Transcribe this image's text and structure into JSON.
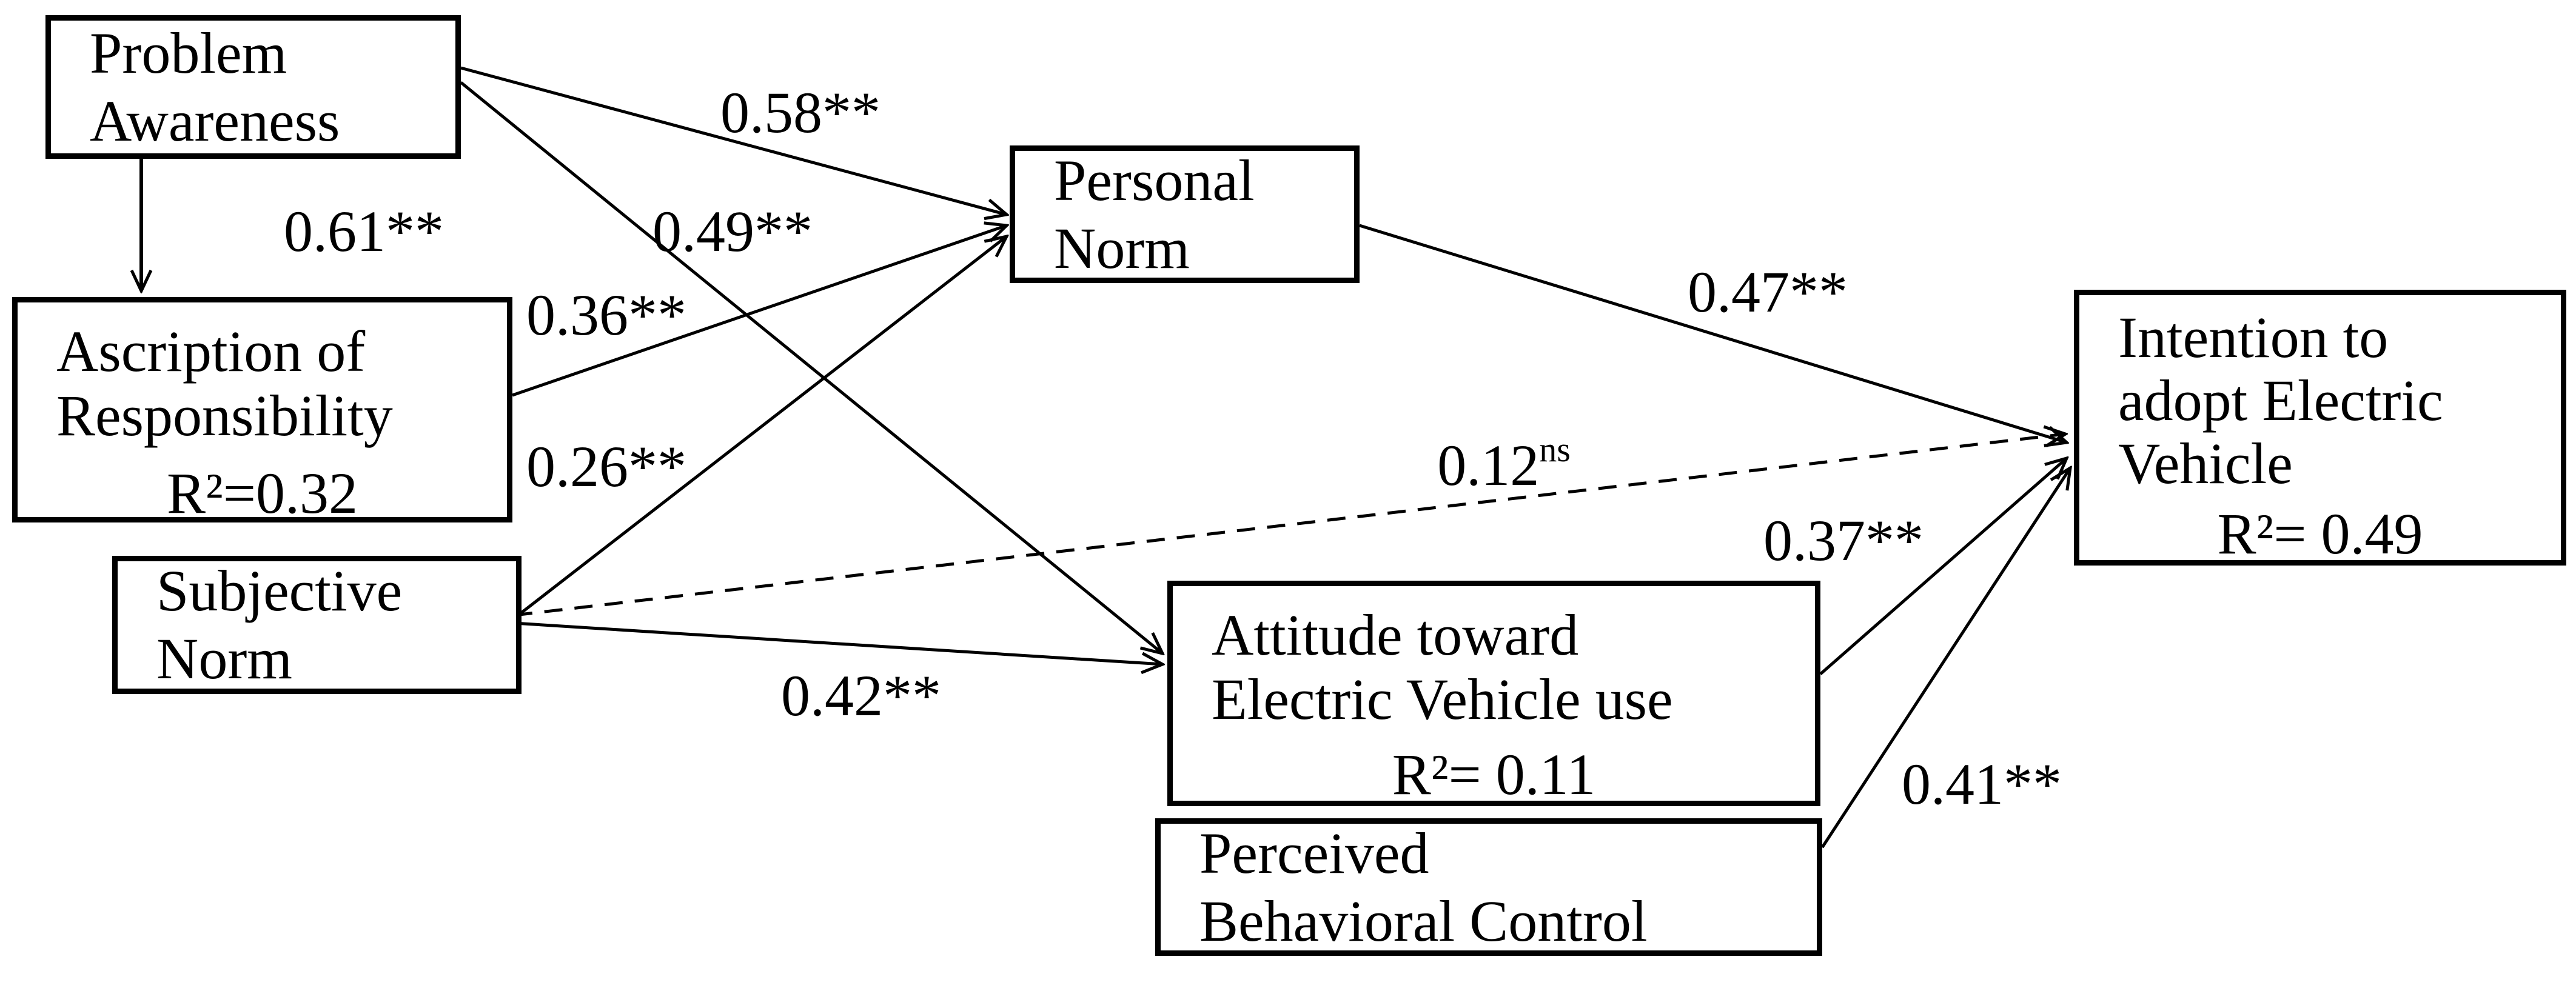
{
  "figure": {
    "type": "path-diagram",
    "model": "Norm Activation / TPB structural model of electric vehicle adoption",
    "colors": {
      "background": "#ffffff",
      "foreground": "#000000"
    }
  },
  "nodes": {
    "problem_awareness": {
      "label": "Problem Awareness",
      "lines": [
        "Problem",
        "Awareness"
      ]
    },
    "ascription": {
      "label": "Ascription of Responsibility",
      "lines": [
        "Ascription of",
        "Responsibility"
      ],
      "r2": "R²=0.32"
    },
    "subjective_norm": {
      "label": "Subjective Norm",
      "lines": [
        "Subjective",
        "Norm"
      ]
    },
    "personal_norm": {
      "label": "Personal Norm",
      "lines": [
        "Personal",
        "Norm"
      ]
    },
    "attitude": {
      "label": "Attitude toward Electric Vehicle use",
      "lines": [
        "Attitude toward",
        "Electric Vehicle use"
      ],
      "r2": "R²= 0.11"
    },
    "pbc": {
      "label": "Perceived Behavioral Control",
      "lines": [
        "Perceived",
        "Behavioral Control"
      ]
    },
    "intention": {
      "label": "Intention to adopt Electric Vehicle",
      "lines": [
        "Intention to",
        "adopt Electric",
        "Vehicle"
      ],
      "r2": "R²= 0.49"
    }
  },
  "paths": [
    {
      "id": "pa-ar",
      "from": "problem_awareness",
      "to": "ascription",
      "coefficient": "0.61**",
      "style": "solid"
    },
    {
      "id": "pa-pn",
      "from": "problem_awareness",
      "to": "personal_norm",
      "coefficient": "0.58**",
      "style": "solid"
    },
    {
      "id": "pa-att",
      "from": "problem_awareness",
      "to": "attitude",
      "coefficient": "0.49**",
      "style": "solid"
    },
    {
      "id": "ar-pn",
      "from": "ascription",
      "to": "personal_norm",
      "coefficient": "0.36**",
      "style": "solid"
    },
    {
      "id": "sn-pn",
      "from": "subjective_norm",
      "to": "personal_norm",
      "coefficient": "0.26**",
      "style": "solid"
    },
    {
      "id": "sn-att",
      "from": "subjective_norm",
      "to": "attitude",
      "coefficient": "0.42**",
      "style": "solid"
    },
    {
      "id": "sn-int",
      "from": "subjective_norm",
      "to": "intention",
      "coefficient": "0.12",
      "sup": "ns",
      "style": "dashed"
    },
    {
      "id": "pn-int",
      "from": "personal_norm",
      "to": "intention",
      "coefficient": "0.47**",
      "style": "solid"
    },
    {
      "id": "att-int",
      "from": "attitude",
      "to": "intention",
      "coefficient": "0.37**",
      "style": "solid"
    },
    {
      "id": "pbc-int",
      "from": "pbc",
      "to": "intention",
      "coefficient": "0.41**",
      "style": "solid"
    }
  ]
}
